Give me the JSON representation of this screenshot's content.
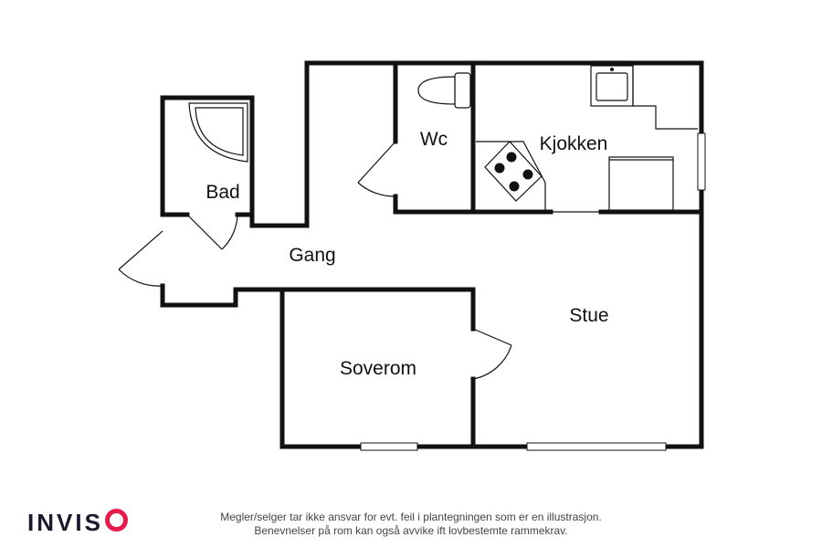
{
  "rooms": {
    "bad": "Bad",
    "wc": "Wc",
    "kjokken": "Kjokken",
    "gang": "Gang",
    "stue": "Stue",
    "soverom": "Soverom"
  },
  "footer": {
    "logo_text": "INVIS",
    "logo_o_icon": "ring-o-icon",
    "logo_color": "#1a1a2e",
    "accent_color": "#e8194b",
    "disclaimer_line1": "Megler/selger tar ikke ansvar for evt. feil i plantegningen som er en illustrasjon.",
    "disclaimer_line2": "Benevnelser på rom kan også avvike ift lovbestemte rammekrav."
  }
}
